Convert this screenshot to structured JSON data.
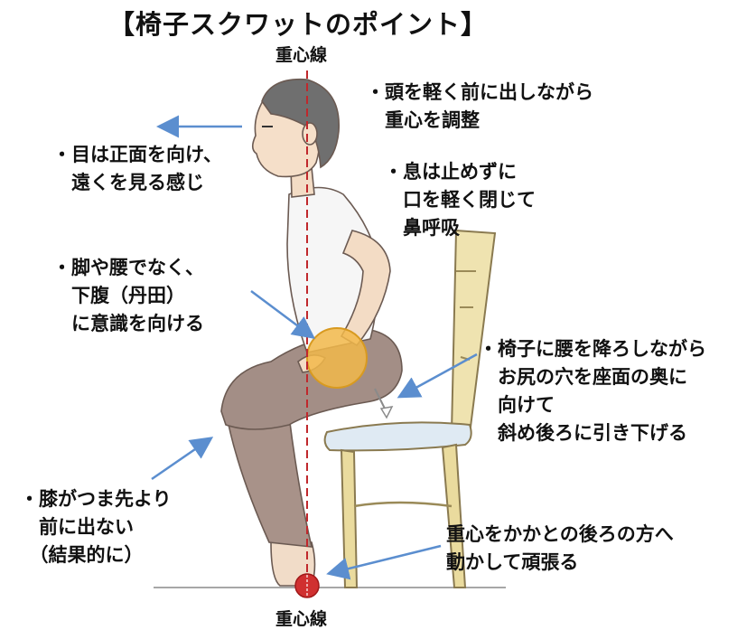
{
  "title": "【椅子スクワットのポイント】",
  "center_line_label_top": "重心線",
  "center_line_label_bottom": "重心線",
  "notes": {
    "eyes": [
      "・目は正面を向け、",
      "　遠くを見る感じ"
    ],
    "head": [
      "・頭を軽く前に出しながら",
      "　重心を調整"
    ],
    "breath": [
      "・息は止めずに",
      "　口を軽く閉じて",
      "　鼻呼吸"
    ],
    "abdomen": [
      "・脚や腰でなく、",
      "　下腹（丹田）",
      "　に意識を向ける"
    ],
    "hips": [
      "・椅子に腰を降ろしながら",
      "　お尻の穴を座面の奥に",
      "　向けて",
      "　斜め後ろに引き下げる"
    ],
    "knees": [
      "・膝がつま先より",
      "　前に出ない",
      "　（結果的に）"
    ],
    "heel": [
      "重心をかかとの後ろの方へ",
      "動かして頑張る"
    ]
  },
  "colors": {
    "arrow": "#5b8ecf",
    "center_line": "#c0282c",
    "tanden": "#f2b84a",
    "heel_dot": "#d03030",
    "pants": "#a08c84",
    "skin": "#f4dcc6",
    "chair": "#e8d79a",
    "seat": "#dce8f2"
  },
  "icons": [
    "arrow-icon",
    "center-of-gravity-line",
    "tanden-circle",
    "heel-dot"
  ]
}
